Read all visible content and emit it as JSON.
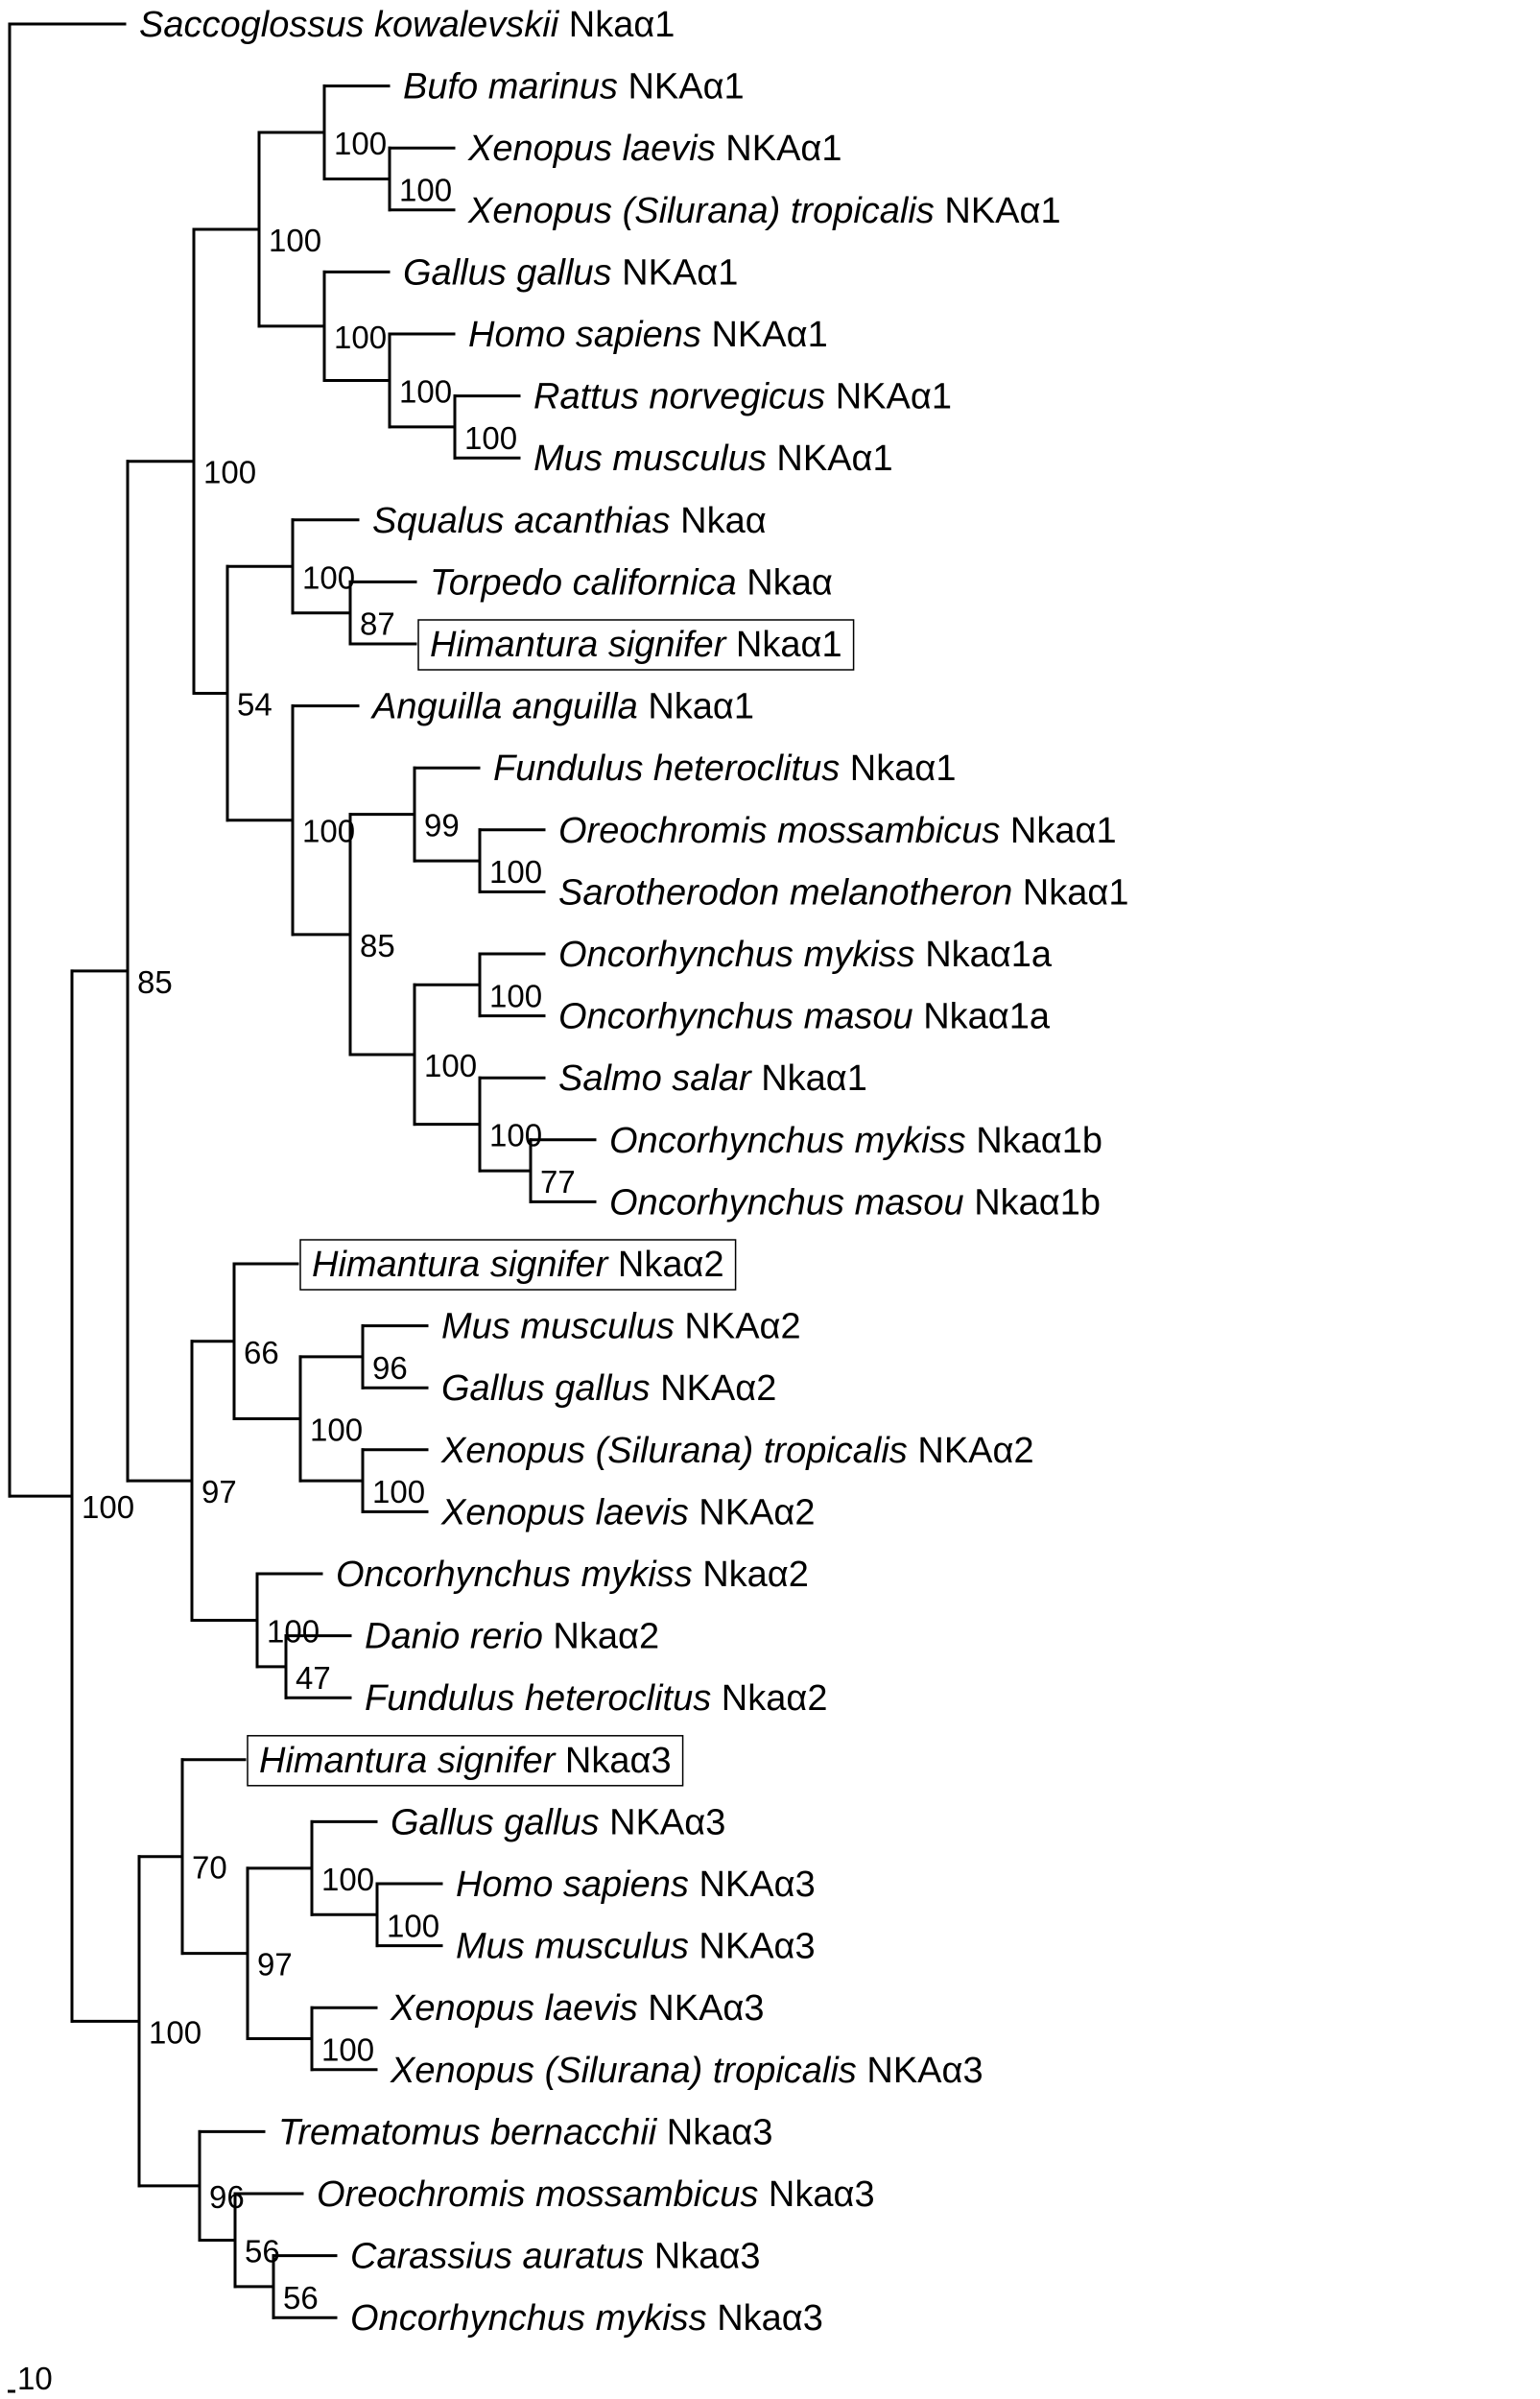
{
  "tree": {
    "leaves": [
      {
        "id": "sk1",
        "species": "Saccoglossus kowalevskii",
        "gene": "Nkaα1"
      },
      {
        "id": "bm1",
        "species": "Bufo marinus",
        "gene": "NKAα1"
      },
      {
        "id": "xl1",
        "species": "Xenopus laevis",
        "gene": "NKAα1"
      },
      {
        "id": "xt1",
        "species": "Xenopus (Silurana) tropicalis",
        "gene": "NKAα1"
      },
      {
        "id": "gg1",
        "species": "Gallus gallus",
        "gene": "NKAα1"
      },
      {
        "id": "hs1",
        "species": "Homo sapiens",
        "gene": "NKAα1"
      },
      {
        "id": "rn1",
        "species": "Rattus norvegicus",
        "gene": "NKAα1"
      },
      {
        "id": "mm1",
        "species": "Mus musculus",
        "gene": "NKAα1"
      },
      {
        "id": "sa",
        "species": "Squalus acanthias",
        "gene": "Nkaα"
      },
      {
        "id": "tc",
        "species": "Torpedo californica",
        "gene": "Nkaα"
      },
      {
        "id": "hsig1",
        "species": "Himantura signifer",
        "gene": "Nkaα1",
        "boxed": true
      },
      {
        "id": "aa1",
        "species": "Anguilla anguilla",
        "gene": "Nkaα1"
      },
      {
        "id": "fh1",
        "species": "Fundulus heteroclitus",
        "gene": "Nkaα1"
      },
      {
        "id": "om1",
        "species": "Oreochromis mossambicus",
        "gene": "Nkaα1"
      },
      {
        "id": "sm1",
        "species": "Sarotherodon melanotheron",
        "gene": "Nkaα1"
      },
      {
        "id": "omy1a",
        "species": "Oncorhynchus mykiss",
        "gene": "Nkaα1a"
      },
      {
        "id": "oma1a",
        "species": "Oncorhynchus masou",
        "gene": "Nkaα1a"
      },
      {
        "id": "ss1",
        "species": "Salmo salar",
        "gene": "Nkaα1"
      },
      {
        "id": "omy1b",
        "species": "Oncorhynchus mykiss",
        "gene": "Nkaα1b"
      },
      {
        "id": "oma1b",
        "species": "Oncorhynchus masou",
        "gene": "Nkaα1b"
      },
      {
        "id": "hsig2",
        "species": "Himantura signifer",
        "gene": "Nkaα2",
        "boxed": true
      },
      {
        "id": "mm2",
        "species": "Mus musculus",
        "gene": "NKAα2"
      },
      {
        "id": "gg2",
        "species": "Gallus gallus",
        "gene": "NKAα2"
      },
      {
        "id": "xt2",
        "species": "Xenopus (Silurana) tropicalis",
        "gene": "NKAα2"
      },
      {
        "id": "xl2",
        "species": "Xenopus laevis",
        "gene": "NKAα2"
      },
      {
        "id": "omy2",
        "species": "Oncorhynchus mykiss",
        "gene": "Nkaα2"
      },
      {
        "id": "dr2",
        "species": "Danio rerio",
        "gene": "Nkaα2"
      },
      {
        "id": "fh2",
        "species": "Fundulus heteroclitus",
        "gene": "Nkaα2"
      },
      {
        "id": "hsig3",
        "species": "Himantura signifer",
        "gene": "Nkaα3",
        "boxed": true
      },
      {
        "id": "gg3",
        "species": "Gallus gallus",
        "gene": "NKAα3"
      },
      {
        "id": "hs3",
        "species": "Homo sapiens",
        "gene": "NKAα3"
      },
      {
        "id": "mm3",
        "species": "Mus musculus",
        "gene": "NKAα3"
      },
      {
        "id": "xl3",
        "species": "Xenopus laevis",
        "gene": "NKAα3"
      },
      {
        "id": "xt3",
        "species": "Xenopus (Silurana) tropicalis",
        "gene": "NKAα3"
      },
      {
        "id": "tb3",
        "species": "Trematomus bernacchii",
        "gene": "Nkaα3"
      },
      {
        "id": "om3",
        "species": "Oreochromis mossambicus",
        "gene": "Nkaα3"
      },
      {
        "id": "ca3",
        "species": "Carassius auratus",
        "gene": "Nkaα3"
      },
      {
        "id": "omy3",
        "species": "Oncorhynchus mykiss",
        "gene": "Nkaα3"
      }
    ],
    "support_values": {
      "root": "",
      "n_all": "100",
      "n_a1a2": "85",
      "n_a1": "100",
      "n_tetra1": "100",
      "n_amph1": "100",
      "n_xen1": "100",
      "n_amn1": "100",
      "n_mam1": "100",
      "n_rod1": "100",
      "n_fish1": "54",
      "n_elasmo1": "100",
      "n_torp1": "87",
      "n_teleo1": "100",
      "n_eut1": "85",
      "n_acan1": "99",
      "n_cich1": "100",
      "n_salm1": "100",
      "n_omy1a": "100",
      "n_ssoo1": "100",
      "n_o1b": "77",
      "n_a2": "97",
      "n_a2b": "66",
      "n_tetra2": "100",
      "n_mg2": "96",
      "n_xen2": "100",
      "n_tel2": "100",
      "n_df2": "47",
      "n_a3": "100",
      "n_a3a": "70",
      "n_tetra3": "97",
      "n_amn3": "100",
      "n_mam3": "100",
      "n_xen3": "100",
      "n_tel3": "96",
      "n_tel3b": "56",
      "n_tel3c": "56"
    },
    "scale_label": "10"
  }
}
